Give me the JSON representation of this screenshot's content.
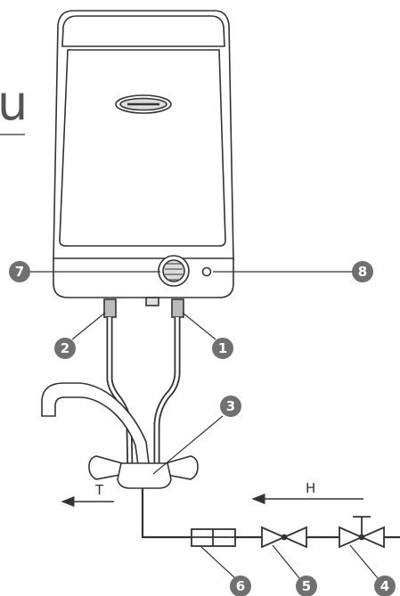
{
  "side_text": "u",
  "flow_labels": {
    "hot": "H",
    "tap": "T"
  },
  "callouts": [
    "1",
    "2",
    "3",
    "4",
    "5",
    "6",
    "7",
    "8"
  ],
  "colors": {
    "stroke": "#333333",
    "callout_fill": "#707070",
    "body_fill": "#ffffff",
    "light_gray": "#dcdcdc"
  }
}
